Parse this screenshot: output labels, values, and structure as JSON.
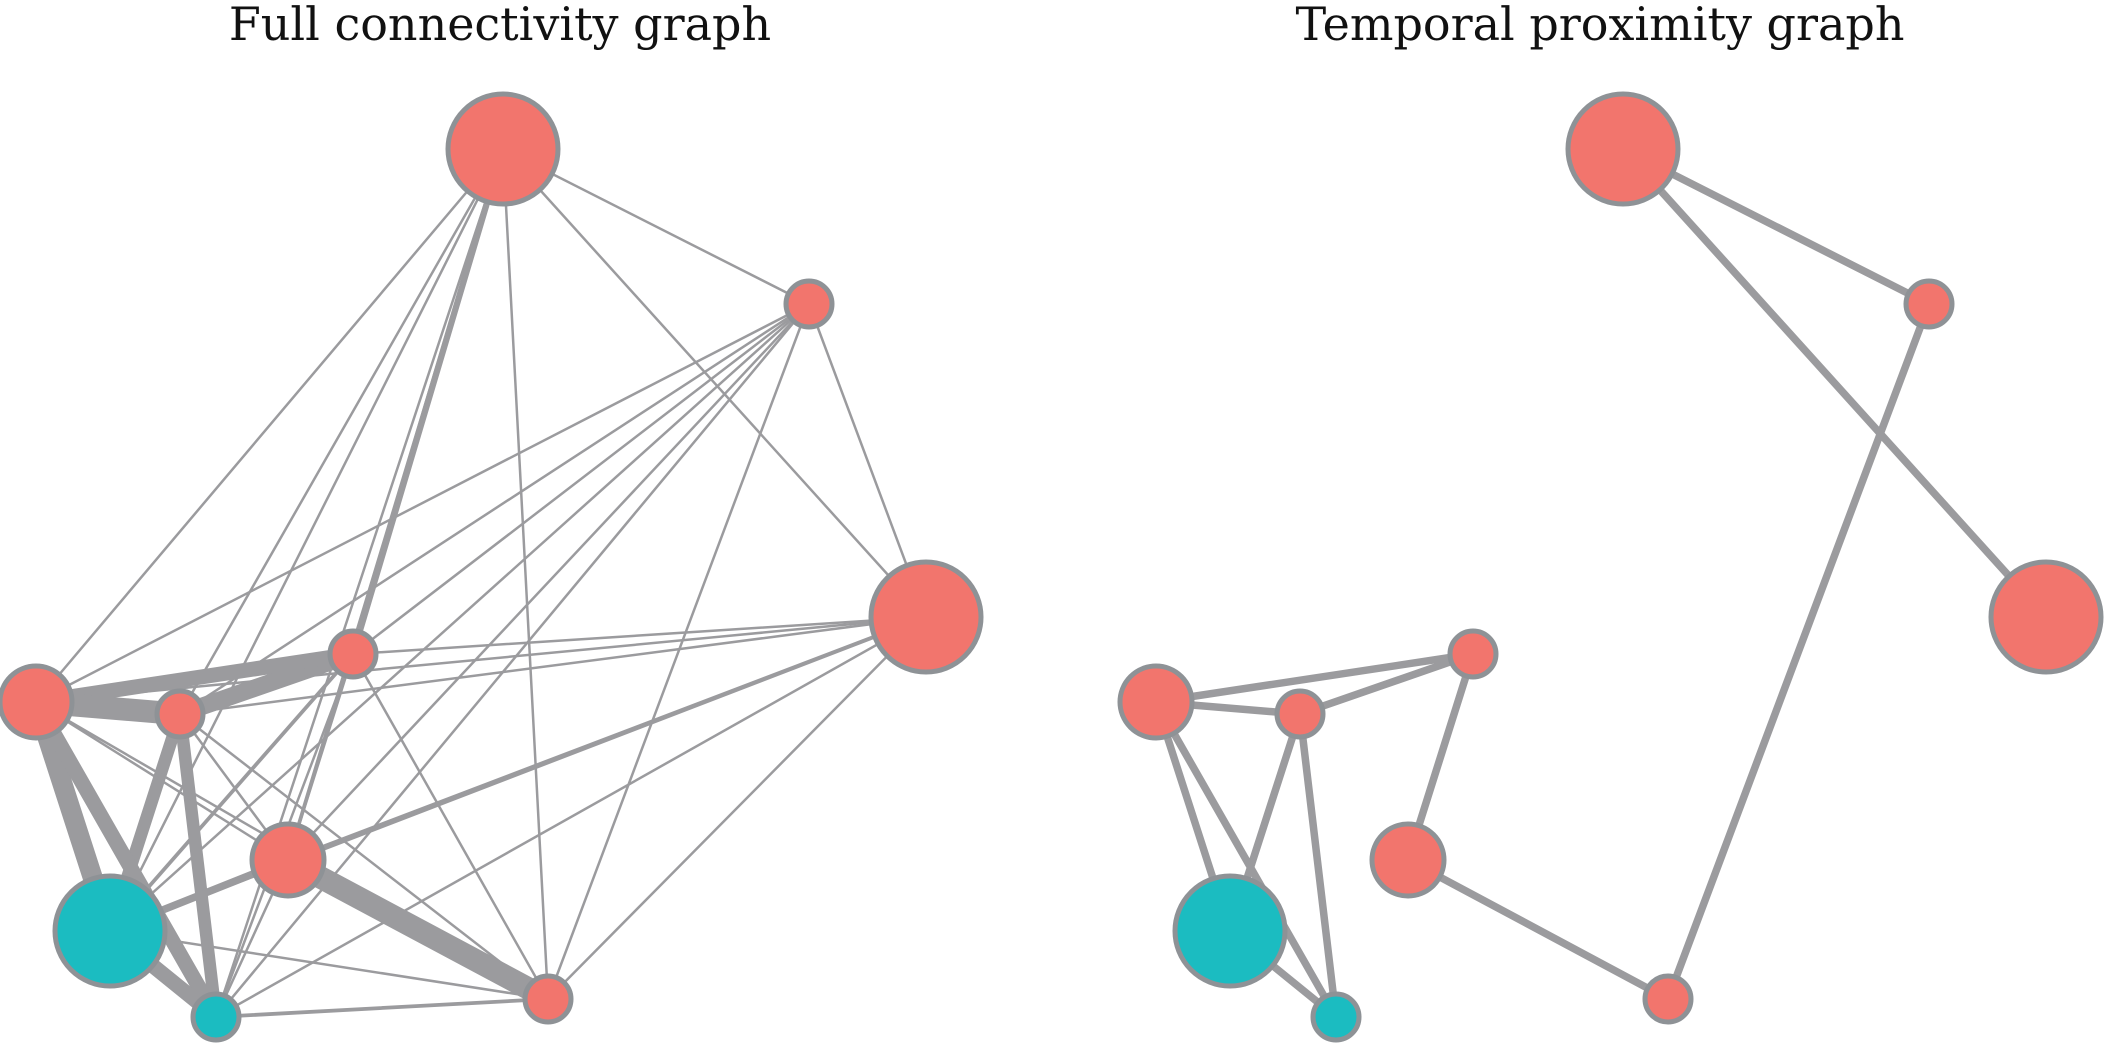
{
  "colors": {
    "edge": "#9b9b9e",
    "node_stroke": "#8e9296",
    "salmon": "#f2756d",
    "teal": "#1bbcc1"
  },
  "nodes": [
    {
      "id": "n1",
      "group": "salmon",
      "size": "large"
    },
    {
      "id": "n2",
      "group": "salmon",
      "size": "small"
    },
    {
      "id": "n3",
      "group": "salmon",
      "size": "large"
    },
    {
      "id": "n4",
      "group": "salmon",
      "size": "small"
    },
    {
      "id": "n5",
      "group": "salmon",
      "size": "small"
    },
    {
      "id": "n6",
      "group": "salmon",
      "size": "medium"
    },
    {
      "id": "n7",
      "group": "salmon",
      "size": "medium"
    },
    {
      "id": "n8",
      "group": "teal",
      "size": "large"
    },
    {
      "id": "n9",
      "group": "teal",
      "size": "small"
    },
    {
      "id": "n10",
      "group": "salmon",
      "size": "small"
    }
  ],
  "panels": [
    {
      "title": "Full connectivity graph",
      "edges": [
        [
          "n1",
          "n2",
          1
        ],
        [
          "n1",
          "n3",
          1
        ],
        [
          "n1",
          "n5",
          1
        ],
        [
          "n1",
          "n6",
          1
        ],
        [
          "n1",
          "n4",
          2.5
        ],
        [
          "n1",
          "n7",
          1.5
        ],
        [
          "n1",
          "n8",
          1
        ],
        [
          "n1",
          "n9",
          1
        ],
        [
          "n1",
          "n10",
          1
        ],
        [
          "n2",
          "n3",
          1
        ],
        [
          "n2",
          "n5",
          1
        ],
        [
          "n2",
          "n6",
          1
        ],
        [
          "n2",
          "n4",
          1
        ],
        [
          "n2",
          "n7",
          1
        ],
        [
          "n2",
          "n8",
          1
        ],
        [
          "n2",
          "n9",
          1
        ],
        [
          "n2",
          "n10",
          1
        ],
        [
          "n3",
          "n5",
          1
        ],
        [
          "n3",
          "n6",
          1
        ],
        [
          "n3",
          "n4",
          1
        ],
        [
          "n3",
          "n7",
          1.5
        ],
        [
          "n3",
          "n8",
          1.5
        ],
        [
          "n3",
          "n9",
          1
        ],
        [
          "n3",
          "n10",
          1
        ],
        [
          "n4",
          "n5",
          7
        ],
        [
          "n4",
          "n6",
          6
        ],
        [
          "n4",
          "n7",
          1
        ],
        [
          "n4",
          "n8",
          1.5
        ],
        [
          "n4",
          "n9",
          1
        ],
        [
          "n4",
          "n10",
          1
        ],
        [
          "n5",
          "n6",
          9
        ],
        [
          "n5",
          "n8",
          5
        ],
        [
          "n5",
          "n9",
          5
        ],
        [
          "n5",
          "n7",
          1
        ],
        [
          "n5",
          "n10",
          1
        ],
        [
          "n6",
          "n8",
          8
        ],
        [
          "n6",
          "n9",
          6
        ],
        [
          "n6",
          "n7",
          1
        ],
        [
          "n6",
          "n10",
          1
        ],
        [
          "n7",
          "n8",
          3
        ],
        [
          "n7",
          "n9",
          1
        ],
        [
          "n7",
          "n10",
          9
        ],
        [
          "n8",
          "n9",
          6
        ],
        [
          "n8",
          "n10",
          1
        ],
        [
          "n9",
          "n10",
          1.5
        ]
      ]
    },
    {
      "title": "Temporal proximity graph",
      "edges": [
        [
          "n1",
          "n2",
          3
        ],
        [
          "n1",
          "n3",
          3
        ],
        [
          "n2",
          "n10",
          3
        ],
        [
          "n5",
          "n6",
          3
        ],
        [
          "n4",
          "n5",
          3
        ],
        [
          "n4",
          "n6",
          3
        ],
        [
          "n5",
          "n8",
          3
        ],
        [
          "n5",
          "n9",
          3
        ],
        [
          "n6",
          "n8",
          3
        ],
        [
          "n6",
          "n9",
          3
        ],
        [
          "n8",
          "n9",
          3
        ],
        [
          "n4",
          "n7",
          3
        ],
        [
          "n7",
          "n10",
          3
        ]
      ]
    }
  ]
}
